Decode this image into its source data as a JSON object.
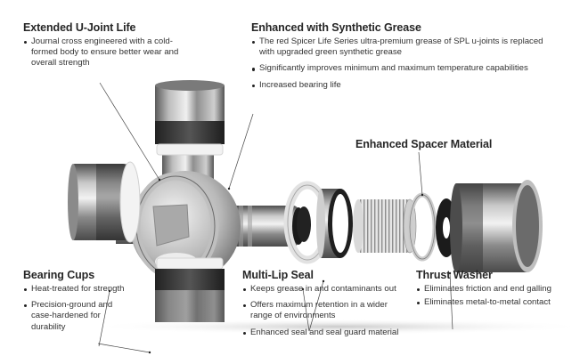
{
  "diagram": {
    "subject": "Universal joint exploded view",
    "callouts": {
      "extended_ujoint_life": {
        "title": "Extended U-Joint Life",
        "bullets": [
          "Journal cross engineered with a cold-formed body to ensure better wear and overall strength"
        ]
      },
      "synthetic_grease": {
        "title": "Enhanced with Synthetic Grease",
        "bullets": [
          "The red Spicer Life Series ultra-premium grease of SPL u-joints is replaced with upgraded green synthetic grease",
          "Significantly improves minimum and maximum temperature capabilities",
          "Increased bearing life"
        ]
      },
      "spacer_material": {
        "title": "Enhanced Spacer Material",
        "bullets": []
      },
      "bearing_cups": {
        "title": "Bearing Cups",
        "bullets": [
          "Heat-treated for strength",
          "Precision-ground and case-hardened for durability"
        ]
      },
      "multi_lip_seal": {
        "title": "Multi-Lip Seal",
        "bullets": [
          "Keeps grease in and contaminants out",
          "Offers maximum retention in a wider range of environments",
          "Enhanced seal and seal guard material"
        ]
      },
      "thrust_washer": {
        "title": "Thrust Washer",
        "bullets": [
          "Eliminates friction and end galling",
          "Eliminates metal-to-metal contact"
        ]
      }
    },
    "parts": [
      "journal cross",
      "bearing cup (top)",
      "bearing cup (left)",
      "bearing cup (bottom)",
      "multi-lip seal guard",
      "multi-lip seal",
      "needle roller bearing",
      "spacer",
      "thrust washer",
      "bearing cup (exploded)"
    ],
    "colors": {
      "background": "#ffffff",
      "text": "#2b2b2b",
      "steel_light": "#d9d9d9",
      "steel_dark": "#4a4a4a",
      "seal_white": "#f2f2f2",
      "washer_black": "#1a1a1a"
    }
  }
}
